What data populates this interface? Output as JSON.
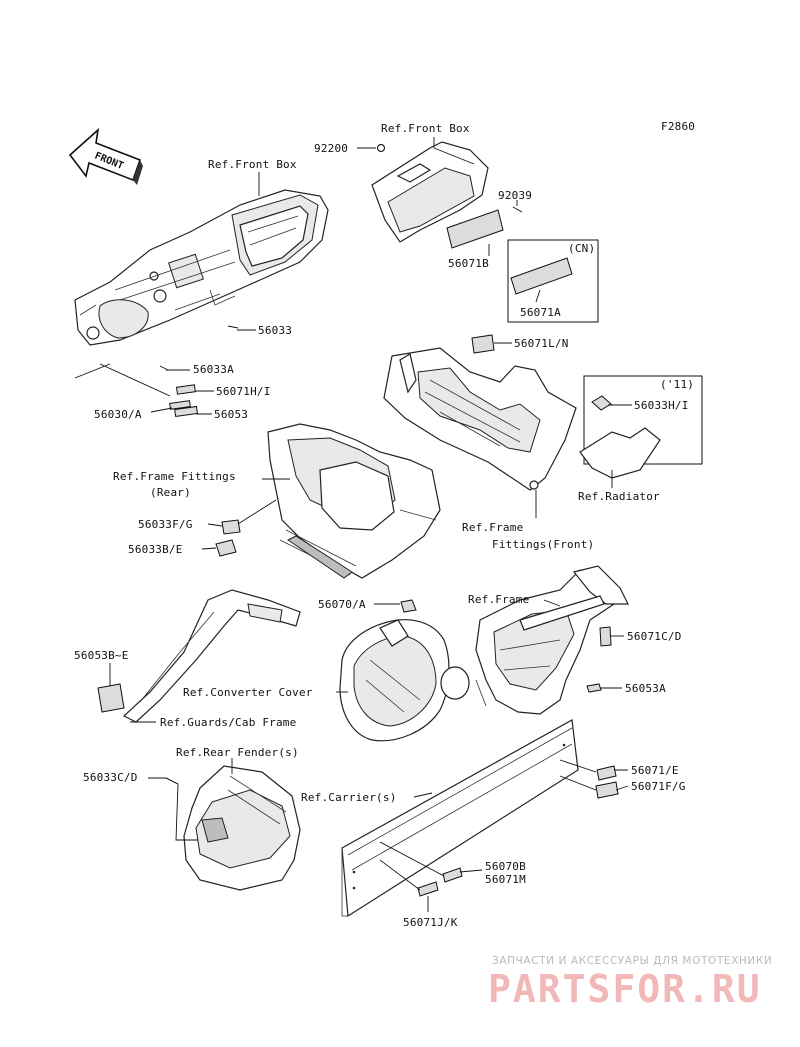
{
  "figure_code": "F2860",
  "front_arrow_label": "FRONT",
  "callouts": {
    "p92200": "92200",
    "ref_front_box_top": "Ref.Front Box",
    "ref_front_box_left": "Ref.Front Box",
    "p92039": "92039",
    "cn": "(CN)",
    "p56071B": "56071B",
    "p56071A": "56071A",
    "p56033": "56033",
    "p56071LN": "56071L/N",
    "p56033A": "56033A",
    "p56071HI": "56071H/I",
    "p56030A": "56030/A",
    "p56053": "56053",
    "y11": "('11)",
    "p56033HI": "56033H/I",
    "ref_radiator": "Ref.Radiator",
    "ref_frame_fittings_rear_1": "Ref.Frame Fittings",
    "ref_frame_fittings_rear_2": "(Rear)",
    "p56033FG": "56033F/G",
    "p56033BE": "56033B/E",
    "ref_frame_fittings_front_1": "Ref.Frame",
    "ref_frame_fittings_front_2": "Fittings(Front)",
    "p56070A": "56070/A",
    "ref_frame": "Ref.Frame",
    "p56071CD": "56071C/D",
    "p56053BE": "56053B~E",
    "ref_converter_cover": "Ref.Converter Cover",
    "p56053A": "56053A",
    "ref_guards": "Ref.Guards/Cab Frame",
    "ref_rear_fender": "Ref.Rear Fender(s)",
    "p56033CD": "56033C/D",
    "p56071E": "56071/E",
    "ref_carrier": "Ref.Carrier(s)",
    "p56071FG": "56071F/G",
    "p56070B": "56070B",
    "p56071M": "56071M",
    "p56071JK": "56071J/K"
  },
  "watermark": {
    "tagline": "ЗАПЧАСТИ И АКСЕССУАРЫ ДЛЯ МОТОТЕХНИКИ",
    "brand": "PARTSFOR.RU",
    "color": "#f2b8b8"
  }
}
